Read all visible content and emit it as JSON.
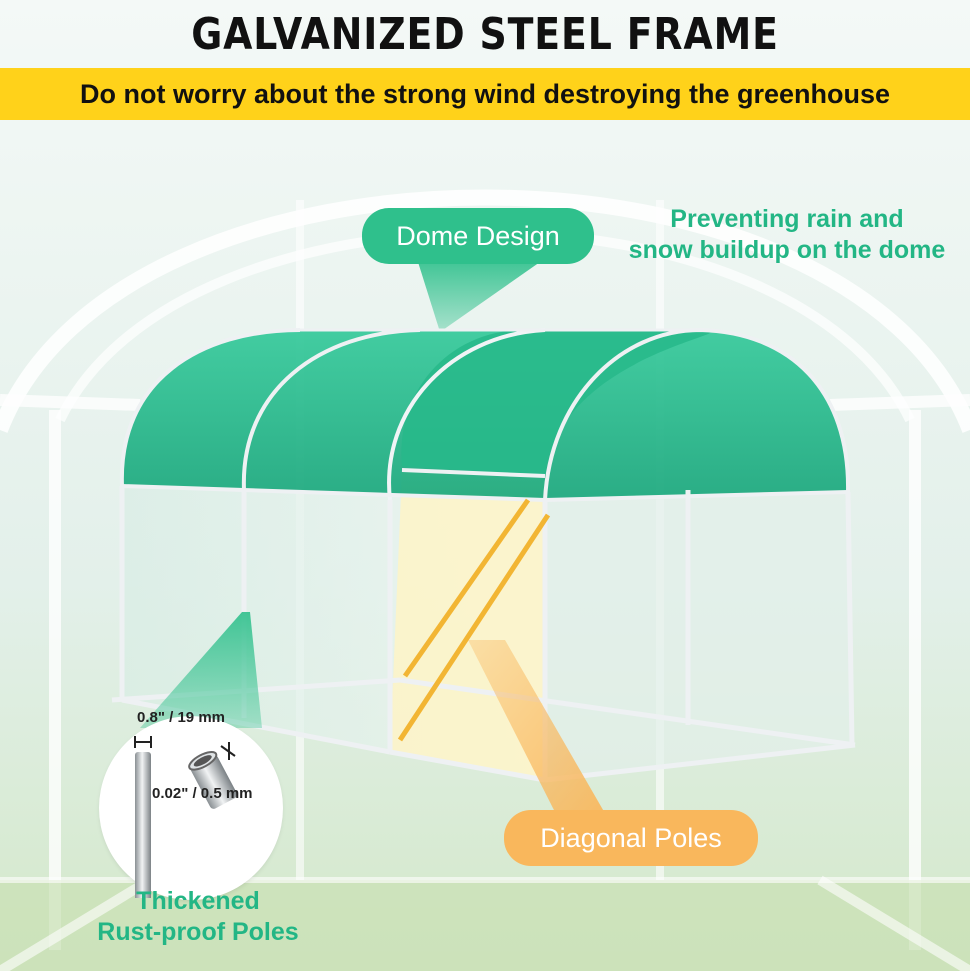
{
  "header": {
    "title": "GALVANIZED STEEL FRAME",
    "subtitle": "Do not worry about the strong wind destroying the greenhouse"
  },
  "callouts": {
    "dome_label": "Dome Design",
    "dome_note_line1": "Preventing rain and",
    "dome_note_line2": "snow buildup on the dome",
    "diagonal_label": "Diagonal Poles",
    "pole_note_line1": "Thickened",
    "pole_note_line2": "Rust-proof Poles"
  },
  "dimensions": {
    "diameter": "0.8\" / 19 mm",
    "thickness": "0.02\" / 0.5 mm"
  },
  "colors": {
    "banner": "#ffd21a",
    "green_accent": "#2fc08c",
    "green_text": "#23b685",
    "orange_accent": "#f9b75c",
    "cover_green": "#1fb98a"
  }
}
